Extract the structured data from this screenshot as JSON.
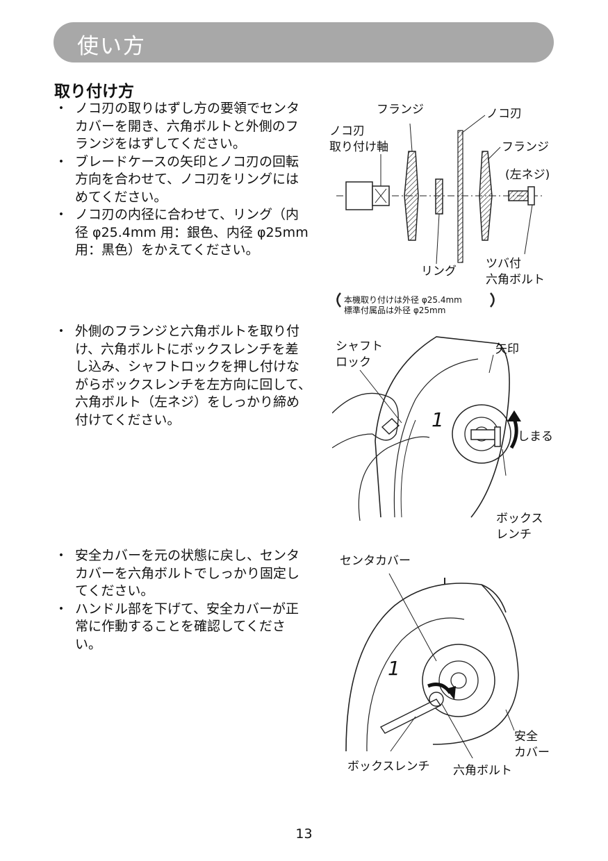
{
  "header": {
    "title": "使い方"
  },
  "section": {
    "heading": "取り付け方"
  },
  "bullets_1": [
    "ノコ刃の取りはずし方の要領でセンタカバーを開き、六角ボルトと外側のフランジをはずしてください。",
    "ブレードケースの矢印とノコ刃の回転方向を合わせて、ノコ刃をリングにはめてください。",
    "ノコ刃の内径に合わせて、リング（内径 φ25.4mm 用：銀色、内径 φ25mm 用：黒色）をかえてください。"
  ],
  "bullets_2": [
    "外側のフランジと六角ボルトを取り付け、六角ボルトにボックスレンチを差し込み、シャフトロックを押し付けながらボックスレンチを左方向に回して、六角ボルト（左ネジ）をしっかり締め付けてください。"
  ],
  "bullets_3": [
    "安全カバーを元の状態に戻し、センタカバーを六角ボルトでしっかり固定してください。",
    "ハンドル部を下げて、安全カバーが正常に作動することを確認してください。"
  ],
  "figure1": {
    "flange_top": "フランジ",
    "blade": "ノコ刃",
    "shaft": "ノコ刃\n取り付け軸",
    "flange_right": "フランジ",
    "left_thread": "(左ネジ)",
    "ring": "リング",
    "bolt": "ツバ付\n六角ボルト",
    "note_line1": "本機取り付けは外径 φ25.4mm",
    "note_line2": "標準付属品は外径 φ25mm"
  },
  "figure2": {
    "shaft_lock": "シャフト\nロック",
    "arrow": "矢印",
    "tighten": "しまる",
    "box_wrench": "ボックス\nレンチ",
    "case_number": "1"
  },
  "figure3": {
    "center_cover": "センタカバー",
    "safety_cover": "安全\nカバー",
    "box_wrench": "ボックスレンチ",
    "hex_bolt": "六角ボルト",
    "case_number": "1"
  },
  "page": {
    "number": "13"
  }
}
